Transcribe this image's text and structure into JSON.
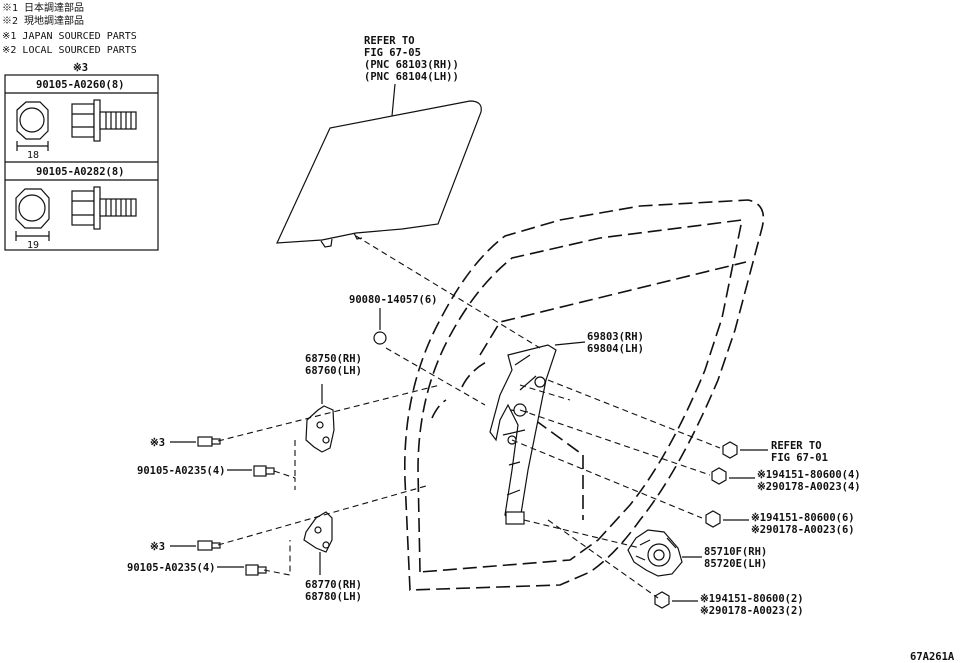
{
  "notes": {
    "jp1": "※1 日本調達部品",
    "jp2": "※2 現地調達部品",
    "en1": "※1 JAPAN SOURCED PARTS",
    "en2": "※2 LOCAL SOURCED PARTS"
  },
  "bolt_table": {
    "header": "※3",
    "bolt1": {
      "part_no": "90105-A0260(8)",
      "dim": "18"
    },
    "bolt2": {
      "part_no": "90105-A0282(8)",
      "dim": "19"
    }
  },
  "callouts": {
    "glass_ref": [
      "REFER TO",
      "FIG 67-05",
      "(PNC 68103(RH))",
      "(PNC 68104(LH))"
    ],
    "screw": "90080-14057(6)",
    "hinge_upper": [
      "68750(RH)",
      "68760(LH)"
    ],
    "hinge_lower": [
      "68770(RH)",
      "68780(LH)"
    ],
    "bolt_upper_a": "※3",
    "bolt_upper_b": "90105-A0235(4)",
    "bolt_lower_a": "※3",
    "bolt_lower_b": "90105-A0235(4)",
    "regulator": [
      "69803(RH)",
      "69804(LH)"
    ],
    "fig_ref": [
      "REFER TO",
      "FIG 67-01"
    ],
    "nut1": [
      "※194151-80600(4)",
      "※290178-A0023(4)"
    ],
    "nut2": [
      "※194151-80600(6)",
      "※290178-A0023(6)"
    ],
    "motor": [
      "85710F(RH)",
      "85720E(LH)"
    ],
    "nut3": [
      "※194151-80600(2)",
      "※290178-A0023(2)"
    ]
  },
  "figure_id": "67A261A"
}
